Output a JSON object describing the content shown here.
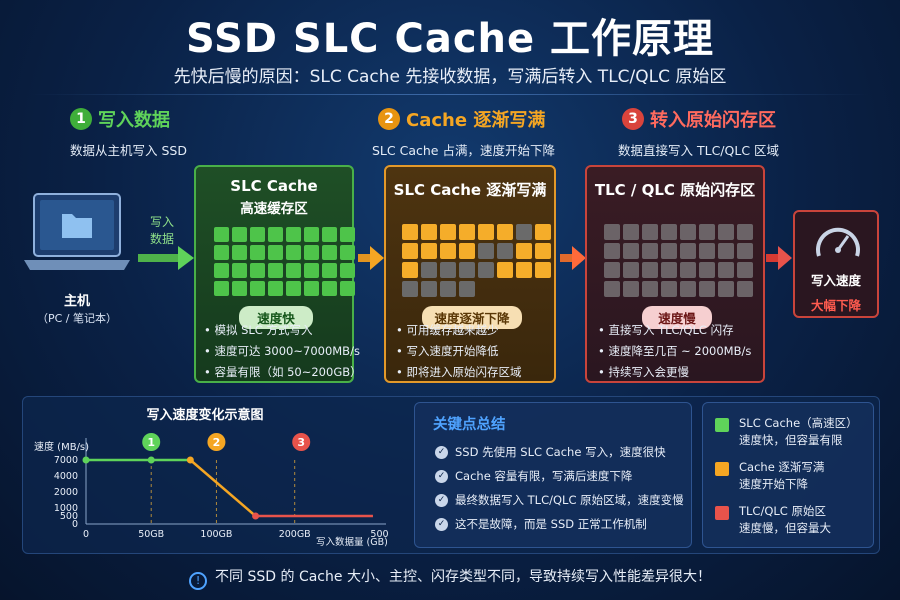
{
  "title": "SSD SLC Cache 工作原理",
  "subtitle": "先快后慢的原因：SLC Cache 先接收数据，写满后转入 TLC/QLC 原始区",
  "host": {
    "label": "主机",
    "sub": "（PC / 笔记本）",
    "arrow_label_1": "写入",
    "arrow_label_2": "数据"
  },
  "steps": [
    {
      "num": "1",
      "title": "写入数据",
      "desc": "数据从主机写入 SSD",
      "color": "#5fd35a"
    },
    {
      "num": "2",
      "title": "Cache 逐渐写满",
      "desc": "SLC Cache 占满，速度开始下降",
      "color": "#f5a623"
    },
    {
      "num": "3",
      "title": "转入原始闪存区",
      "desc": "数据直接写入 TLC/QLC 区域",
      "color": "#e8534b"
    }
  ],
  "cards": [
    {
      "title1": "SLC Cache",
      "title2": "高速缓存区",
      "badge": "速度快",
      "bullets": [
        "• 模拟 SLC 方式写入",
        "• 速度可达 3000~7000MB/s",
        "• 容量有限（如 50~200GB）"
      ],
      "filled_rows": 4,
      "color": "#5fd35a"
    },
    {
      "title1": "SLC Cache 逐渐写满",
      "title2": "",
      "badge": "速度逐渐下降",
      "bullets": [
        "• 可用缓存越来越少",
        "• 写入速度开始降低",
        "• 即将进入原始闪存区域"
      ],
      "color": "#f5a623"
    },
    {
      "title1": "TLC / QLC 原始闪存区",
      "title2": "",
      "badge": "速度慢",
      "bullets": [
        "• 直接写入 TLC/QLC 闪存",
        "• 速度降至几百 ~ 2000MB/s",
        "• 持续写入会更慢"
      ],
      "color": "#e8534b"
    }
  ],
  "result": {
    "label": "写入速度",
    "value": "大幅下降",
    "icon": "speedometer-icon"
  },
  "chart": {
    "title": "写入速度变化示意图",
    "ylabel": "速度 (MB/s)",
    "xlabel": "写入数据量 (GB)",
    "yticks": [
      "7000",
      "4000",
      "2000",
      "1000",
      "500",
      "0"
    ],
    "xticks": [
      "0",
      "50GB",
      "100GB",
      "200GB",
      "500"
    ],
    "markers": [
      "1",
      "2",
      "3"
    ]
  },
  "chart_data": {
    "type": "line",
    "title": "写入速度变化示意图",
    "xlabel": "写入数据量 (GB)",
    "ylabel": "速度 (MB/s)",
    "x": [
      0,
      50,
      80,
      130,
      220
    ],
    "y": [
      7000,
      7000,
      7000,
      500,
      500
    ],
    "colors": [
      "#5fd35a",
      "#f5a623",
      "#e8534b"
    ]
  },
  "key": {
    "title": "关键点总结",
    "items": [
      "SSD 先使用 SLC Cache 写入，速度很快",
      "Cache 容量有限，写满后速度下降",
      "最终数据写入 TLC/QLC 原始区域，速度变慢",
      "这不是故障，而是 SSD 正常工作机制"
    ]
  },
  "legend": [
    {
      "name": "SLC Cache（高速区）",
      "desc": "速度快，但容量有限",
      "color": "#5fd35a"
    },
    {
      "name": "Cache 逐渐写满",
      "desc": "速度开始下降",
      "color": "#f5a623"
    },
    {
      "name": "TLC/QLC 原始区",
      "desc": "速度慢，但容量大",
      "color": "#e8534b"
    }
  ],
  "footer": "不同 SSD 的 Cache 大小、主控、闪存类型不同，导致持续写入性能差异很大！"
}
